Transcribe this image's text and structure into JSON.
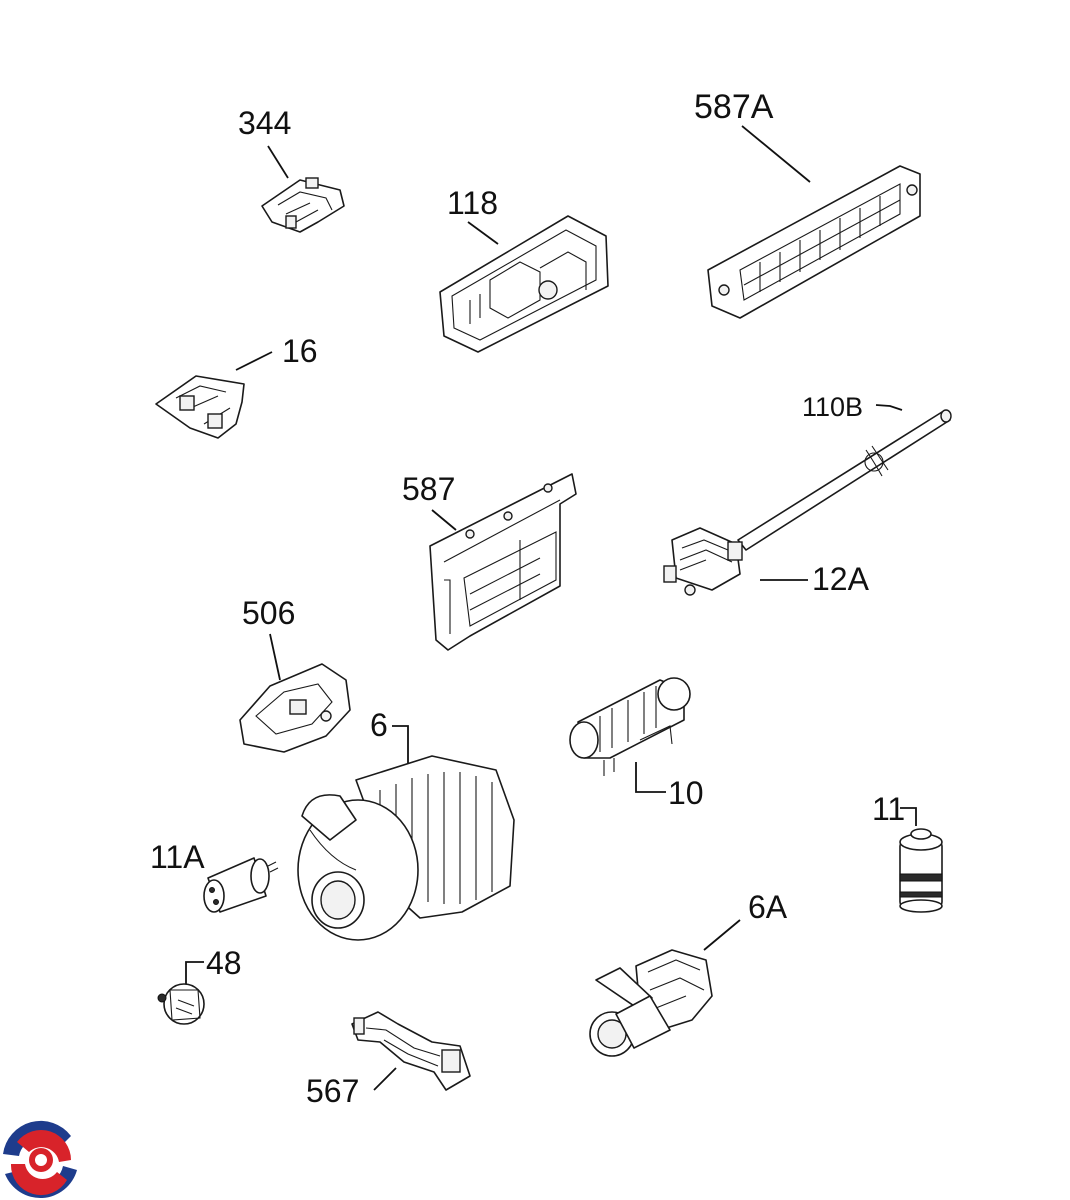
{
  "parts": [
    {
      "id": "344",
      "name": "part-344"
    },
    {
      "id": "118",
      "name": "part-118"
    },
    {
      "id": "587A",
      "name": "part-587a"
    },
    {
      "id": "16",
      "name": "part-16"
    },
    {
      "id": "110B",
      "name": "part-110b"
    },
    {
      "id": "587",
      "name": "part-587"
    },
    {
      "id": "12A",
      "name": "part-12a"
    },
    {
      "id": "506",
      "name": "part-506"
    },
    {
      "id": "6",
      "name": "part-6"
    },
    {
      "id": "10",
      "name": "part-10"
    },
    {
      "id": "11",
      "name": "part-11"
    },
    {
      "id": "11A",
      "name": "part-11a"
    },
    {
      "id": "6A",
      "name": "part-6a"
    },
    {
      "id": "48",
      "name": "part-48"
    },
    {
      "id": "567",
      "name": "part-567"
    }
  ],
  "logo": {
    "colors": {
      "blue": "#1e3c8c",
      "red": "#d8232a"
    }
  }
}
